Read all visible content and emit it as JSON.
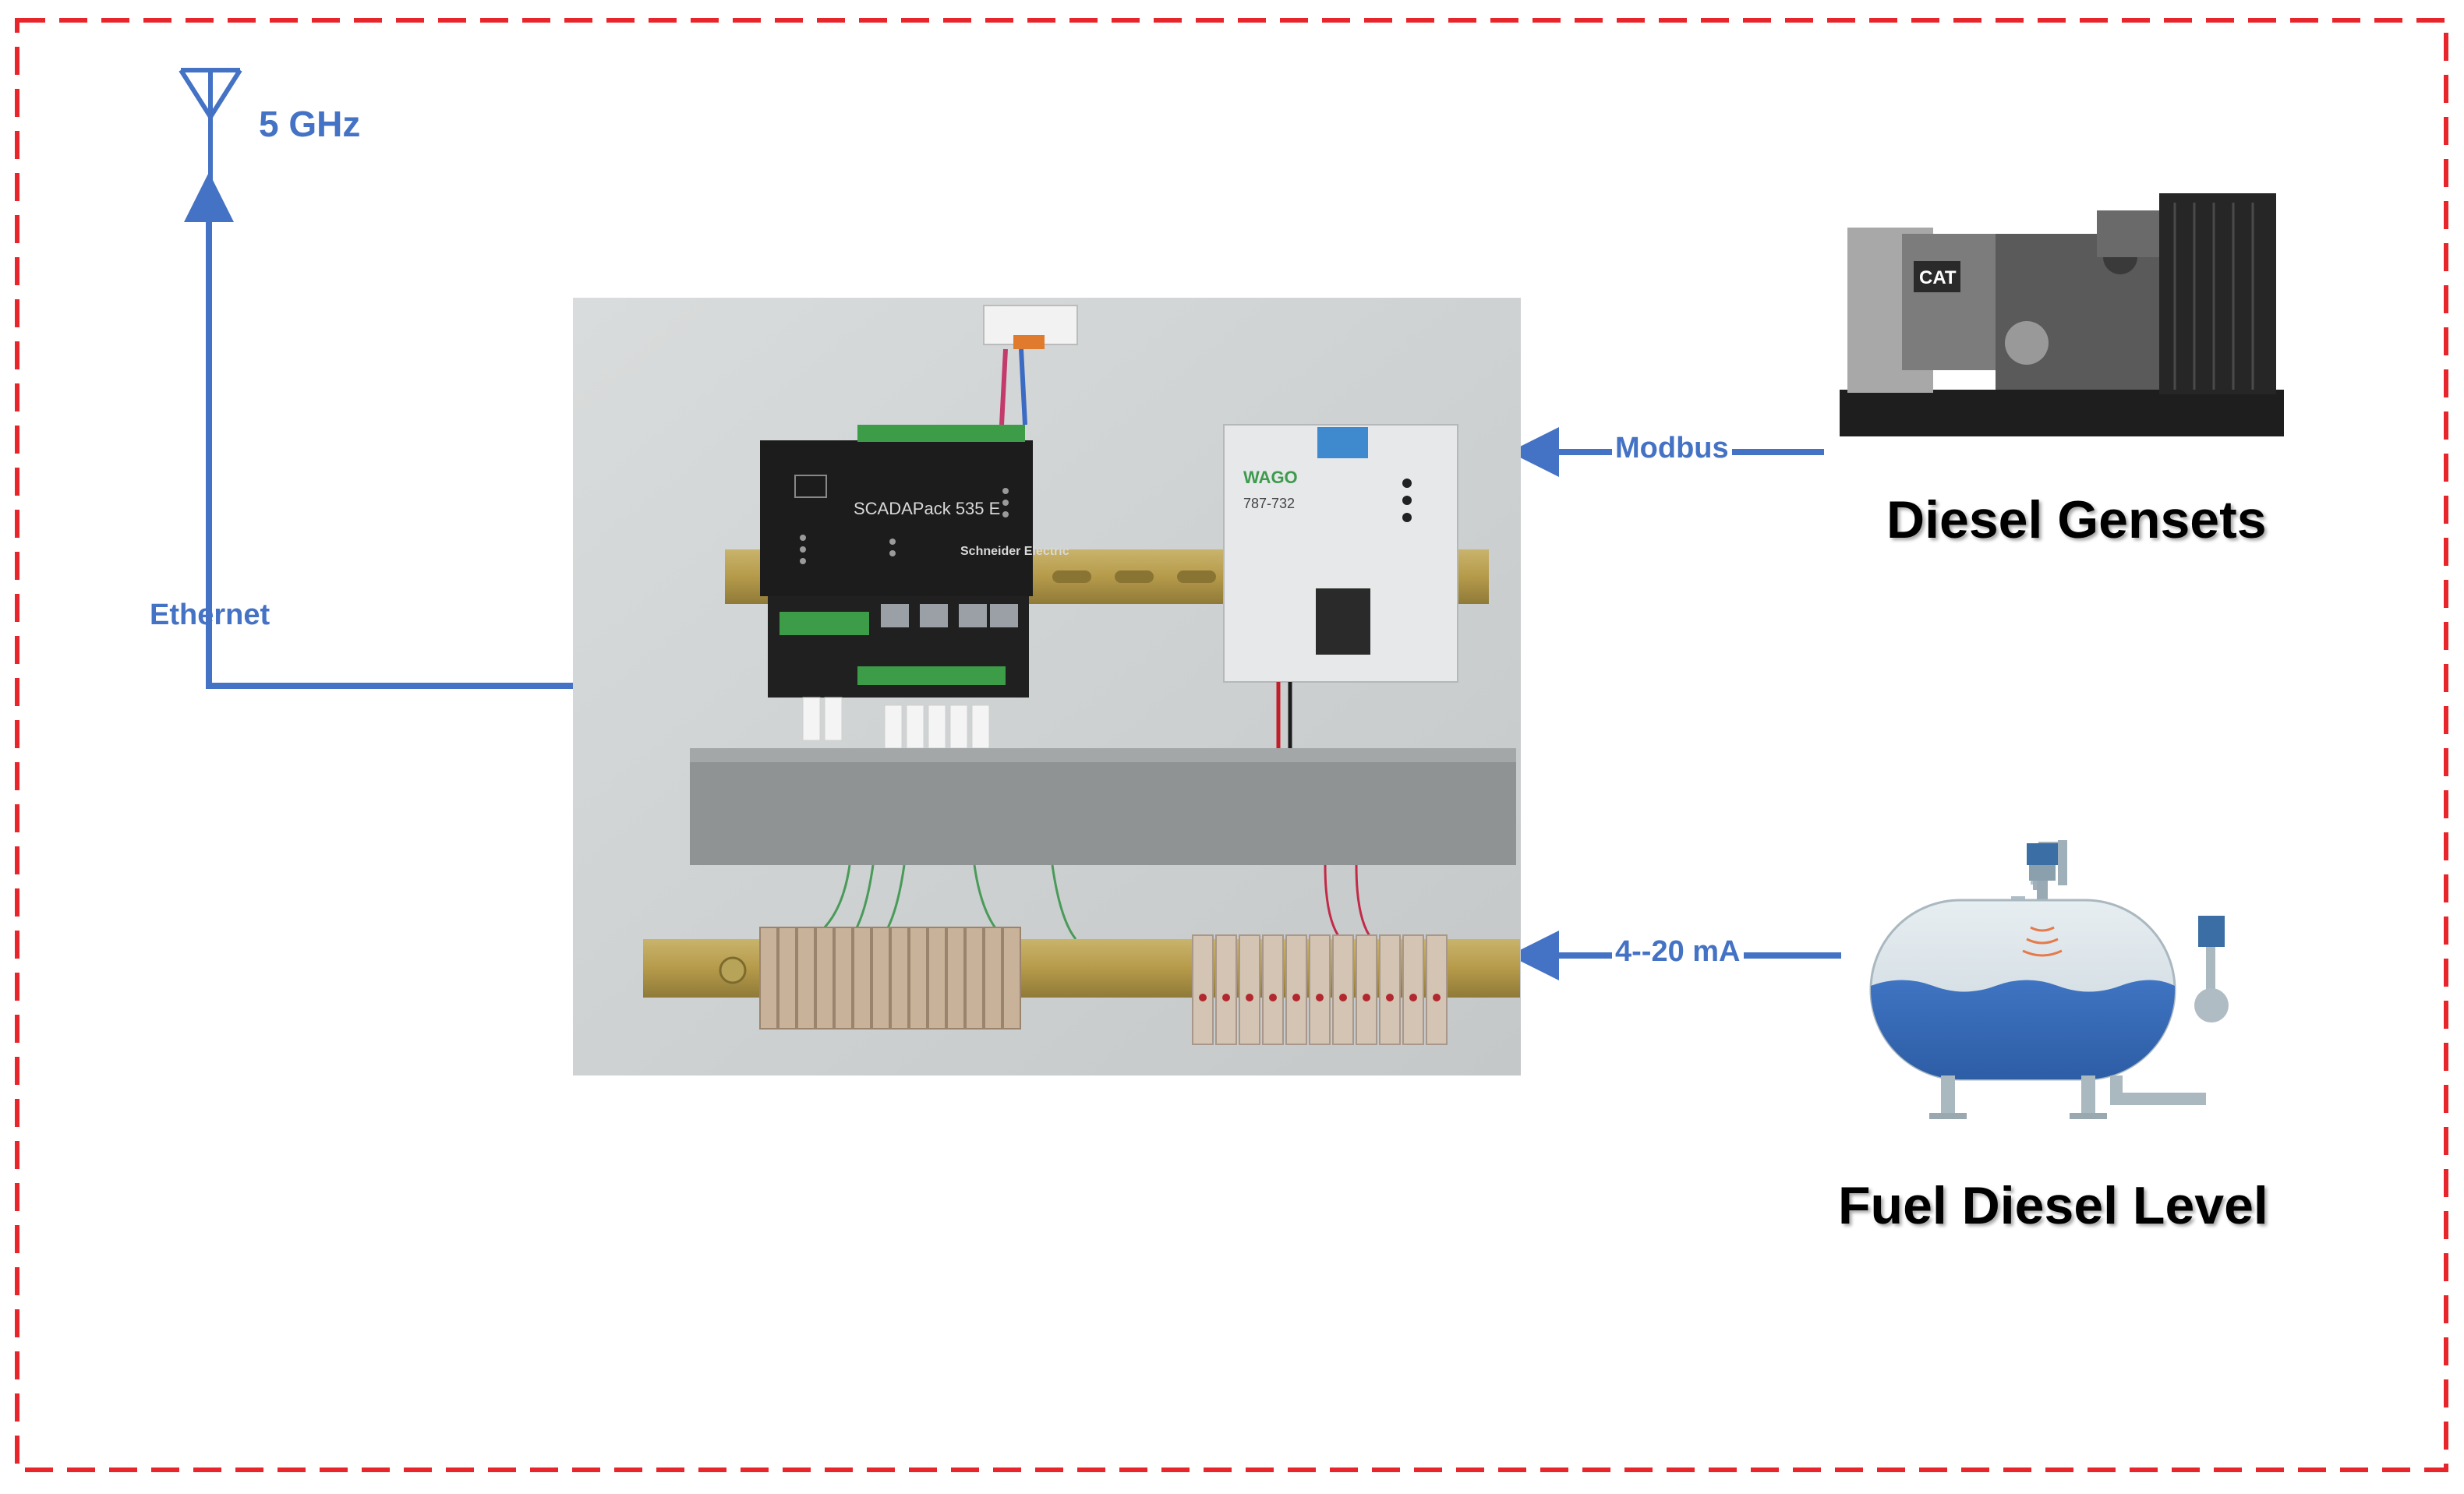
{
  "boundary": {
    "border_color": "#e8252b",
    "style": "dashed"
  },
  "colors": {
    "link": "#4472c4",
    "title": "#000000"
  },
  "antenna": {
    "icon": "antenna-icon",
    "label": "5 GHz"
  },
  "links": {
    "ethernet": "Ethernet",
    "modbus": "Modbus",
    "analog": "4--20 mA"
  },
  "controller_panel": {
    "icon": "scada-panel-photo",
    "rtu_brand": "Schneider Electric",
    "rtu_model": "SCADAPack  535 E",
    "psu_brand": "WAGO",
    "psu_model": "787-732"
  },
  "gensets": {
    "icon": "diesel-generator-icon",
    "badge": "CAT",
    "title": "Diesel Gensets"
  },
  "fuel": {
    "icon": "fuel-tank-icon",
    "title": "Fuel Diesel Level"
  }
}
